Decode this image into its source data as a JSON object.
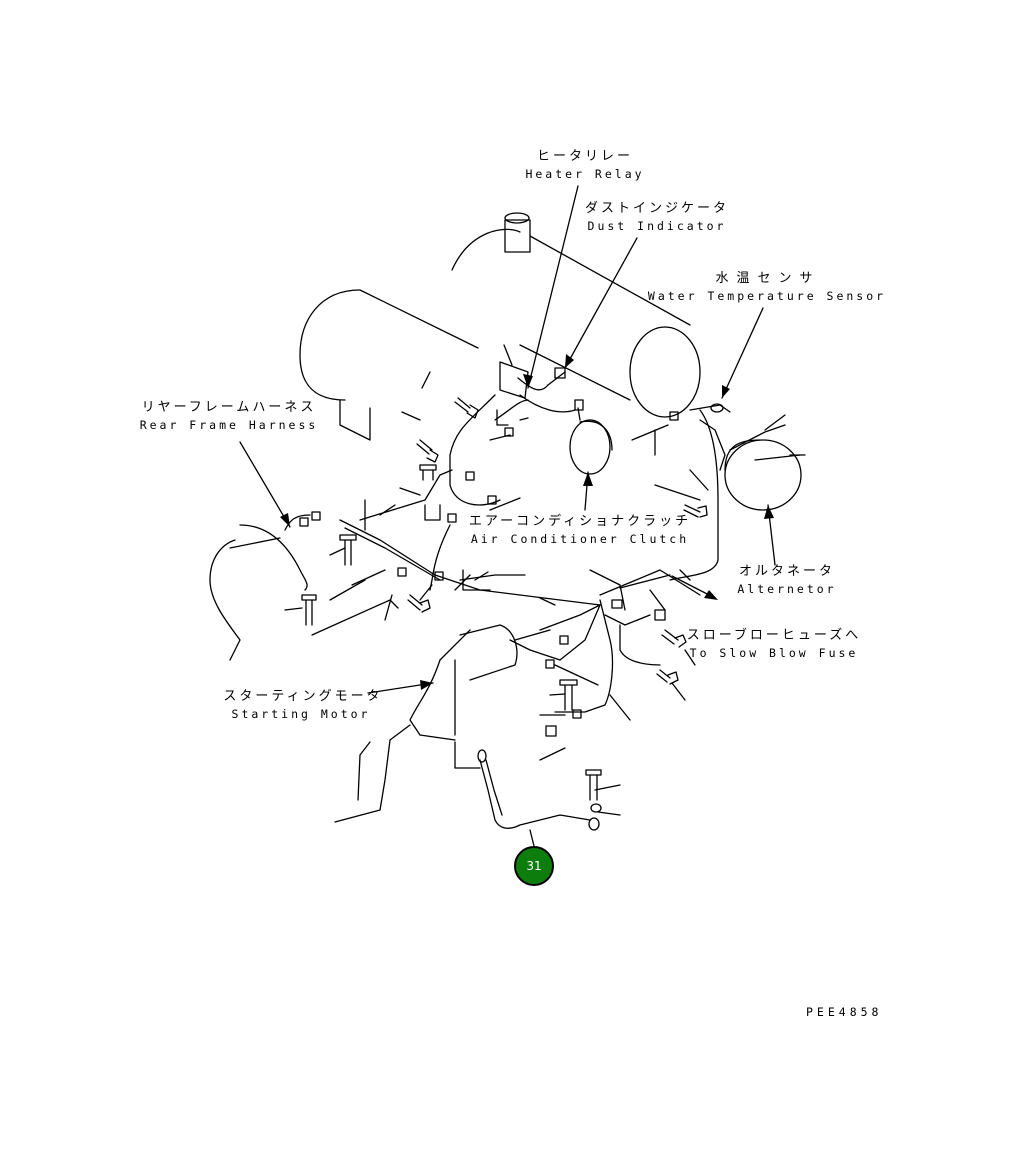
{
  "labels": {
    "heater_relay": {
      "jp": "ヒータリレー",
      "en": "Heater Relay"
    },
    "dust_indicator": {
      "jp": "ダストインジケータ",
      "en": "Dust Indicator"
    },
    "water_temp_sensor": {
      "jp": "水温センサ",
      "en": "Water Temperature Sensor"
    },
    "rear_frame_harness": {
      "jp": "リヤーフレームハーネス",
      "en": "Rear Frame Harness"
    },
    "ac_clutch": {
      "jp": "エアーコンディショナクラッチ",
      "en": "Air Conditioner Clutch"
    },
    "alternator": {
      "jp": "オルタネータ",
      "en": "Alternetor"
    },
    "slow_blow_fuse": {
      "jp": "スローブローヒューズへ",
      "en": "To Slow Blow Fuse"
    },
    "starting_motor": {
      "jp": "スターティングモータ",
      "en": "Starting Motor"
    }
  },
  "callout": {
    "number": "31",
    "fill": "#0d7d0d",
    "text_color": "#ffffff"
  },
  "drawing_number": "PEE4858"
}
